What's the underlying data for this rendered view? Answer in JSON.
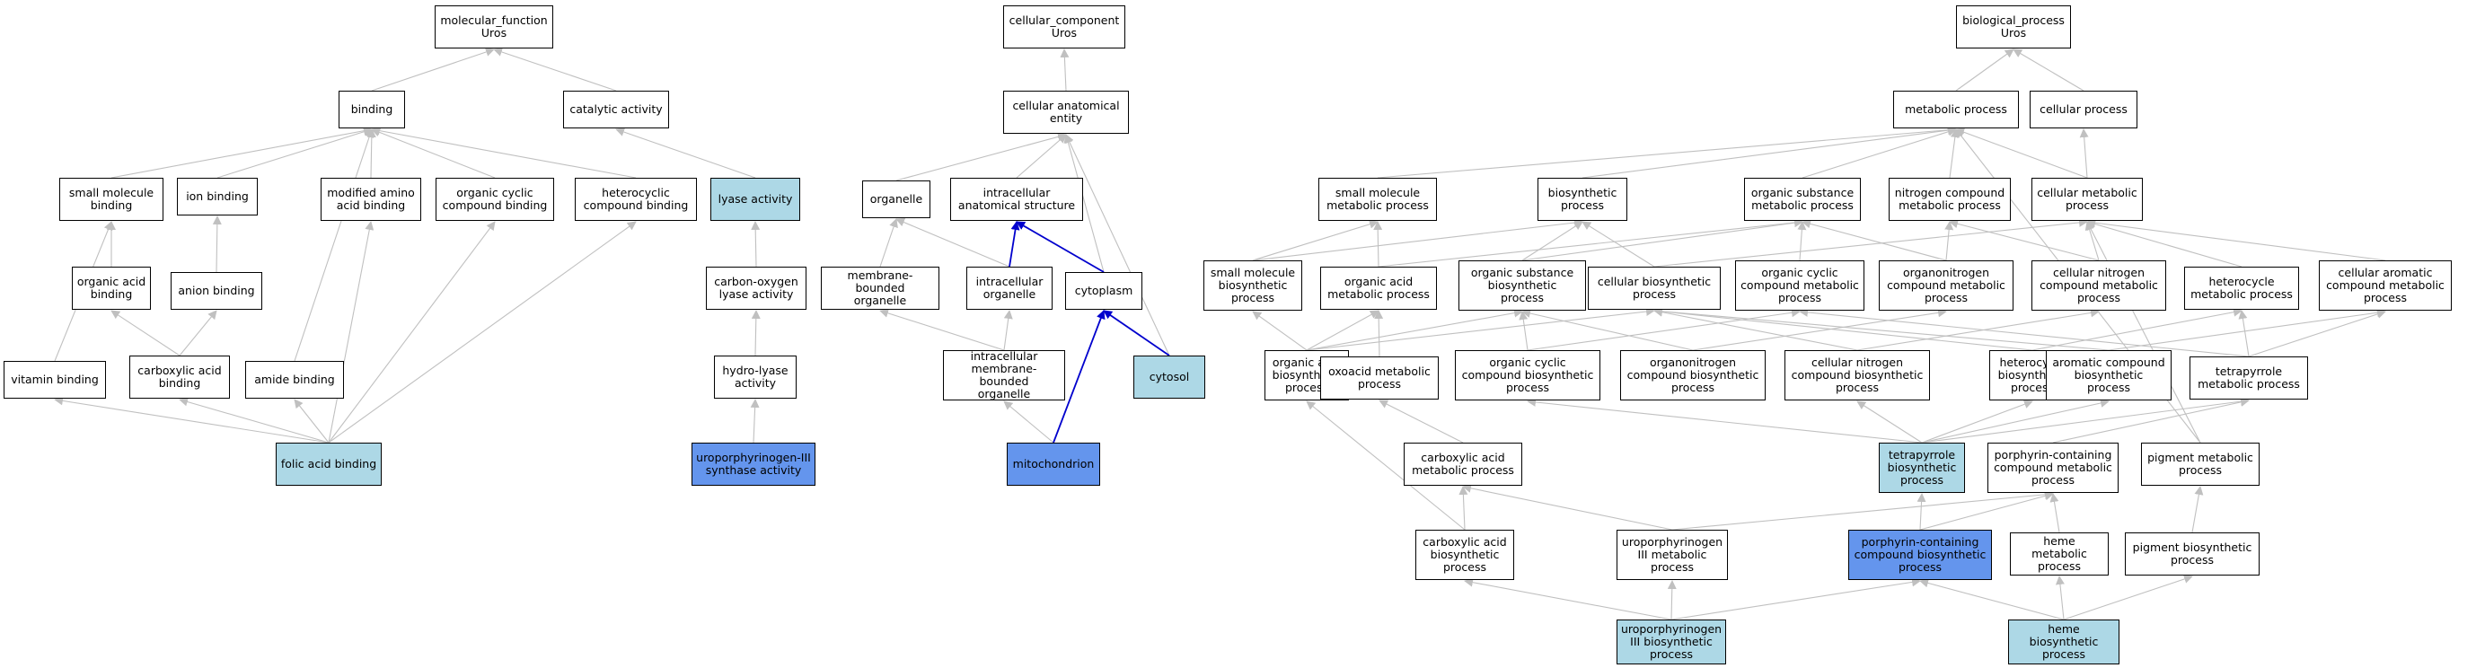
{
  "colors": {
    "background": "#ffffff",
    "node_default": "#ffffff",
    "node_light": "#add8e6",
    "node_query": "#6495ed",
    "edge_gray": "#c0c0c0",
    "edge_blue": "#0000cd"
  },
  "nodes": [
    {
      "id": "mf",
      "label": "molecular_function\nUros",
      "fill": "white"
    },
    {
      "id": "cc",
      "label": "cellular_component\nUros",
      "fill": "white"
    },
    {
      "id": "bp",
      "label": "biological_process\nUros",
      "fill": "white"
    },
    {
      "id": "binding",
      "label": "binding",
      "fill": "white"
    },
    {
      "id": "catalytic",
      "label": "catalytic activity",
      "fill": "white"
    },
    {
      "id": "cae",
      "label": "cellular anatomical\nentity",
      "fill": "white"
    },
    {
      "id": "metproc",
      "label": "metabolic process",
      "fill": "white"
    },
    {
      "id": "cellproc",
      "label": "cellular process",
      "fill": "white"
    },
    {
      "id": "smb",
      "label": "small molecule\nbinding",
      "fill": "white"
    },
    {
      "id": "ionb",
      "label": "ion binding",
      "fill": "white"
    },
    {
      "id": "modaab",
      "label": "modified amino\nacid binding",
      "fill": "white"
    },
    {
      "id": "occb",
      "label": "organic cyclic\ncompound binding",
      "fill": "white"
    },
    {
      "id": "hccb",
      "label": "heterocyclic\ncompound binding",
      "fill": "white"
    },
    {
      "id": "lyase",
      "label": "lyase activity",
      "fill": "light"
    },
    {
      "id": "organelle",
      "label": "organelle",
      "fill": "white"
    },
    {
      "id": "ias",
      "label": "intracellular\nanatomical structure",
      "fill": "white"
    },
    {
      "id": "smmp",
      "label": "small molecule\nmetabolic process",
      "fill": "white"
    },
    {
      "id": "biosyn",
      "label": "biosynthetic\nprocess",
      "fill": "white"
    },
    {
      "id": "osmp",
      "label": "organic substance\nmetabolic process",
      "fill": "white"
    },
    {
      "id": "ncmp",
      "label": "nitrogen compound\nmetabolic process",
      "fill": "white"
    },
    {
      "id": "cmp",
      "label": "cellular metabolic\nprocess",
      "fill": "white"
    },
    {
      "id": "oab",
      "label": "organic acid\nbinding",
      "fill": "white"
    },
    {
      "id": "anionb",
      "label": "anion binding",
      "fill": "white"
    },
    {
      "id": "colyase",
      "label": "carbon-oxygen\nlyase activity",
      "fill": "white"
    },
    {
      "id": "mbo",
      "label": "membrane-bounded\norganelle",
      "fill": "white"
    },
    {
      "id": "io",
      "label": "intracellular\norganelle",
      "fill": "white"
    },
    {
      "id": "cyto",
      "label": "cytoplasm",
      "fill": "white"
    },
    {
      "id": "smbp",
      "label": "small molecule\nbiosynthetic\nprocess",
      "fill": "white"
    },
    {
      "id": "oamp",
      "label": "organic acid\nmetabolic process",
      "fill": "white"
    },
    {
      "id": "osbp",
      "label": "organic substance\nbiosynthetic\nprocess",
      "fill": "white"
    },
    {
      "id": "cbp",
      "label": "cellular biosynthetic\nprocess",
      "fill": "white"
    },
    {
      "id": "occmp",
      "label": "organic cyclic\ncompound metabolic\nprocess",
      "fill": "white"
    },
    {
      "id": "oncmp",
      "label": "organonitrogen\ncompound metabolic\nprocess",
      "fill": "white"
    },
    {
      "id": "cncmp",
      "label": "cellular nitrogen\ncompound metabolic\nprocess",
      "fill": "white"
    },
    {
      "id": "hcmp",
      "label": "heterocycle\nmetabolic process",
      "fill": "white"
    },
    {
      "id": "cacmp",
      "label": "cellular aromatic\ncompound metabolic\nprocess",
      "fill": "white"
    },
    {
      "id": "vitb",
      "label": "vitamin binding",
      "fill": "white"
    },
    {
      "id": "cab",
      "label": "carboxylic acid\nbinding",
      "fill": "white"
    },
    {
      "id": "amideb",
      "label": "amide binding",
      "fill": "white"
    },
    {
      "id": "hydrolyase",
      "label": "hydro-lyase\nactivity",
      "fill": "white"
    },
    {
      "id": "imbo",
      "label": "intracellular\nmembrane-bounded\norganelle",
      "fill": "white"
    },
    {
      "id": "cytosol",
      "label": "cytosol",
      "fill": "light"
    },
    {
      "id": "oabp",
      "label": "organic acid\nbiosynthetic\nprocess",
      "fill": "white"
    },
    {
      "id": "oxoamp",
      "label": "oxoacid metabolic\nprocess",
      "fill": "white"
    },
    {
      "id": "occbp",
      "label": "organic cyclic\ncompound biosynthetic\nprocess",
      "fill": "white"
    },
    {
      "id": "oncbp",
      "label": "organonitrogen\ncompound biosynthetic\nprocess",
      "fill": "white"
    },
    {
      "id": "cncbp",
      "label": "cellular nitrogen\ncompound biosynthetic\nprocess",
      "fill": "white"
    },
    {
      "id": "hcbp",
      "label": "heterocycle\nbiosynthetic\nprocess",
      "fill": "white"
    },
    {
      "id": "acbp",
      "label": "aromatic compound\nbiosynthetic\nprocess",
      "fill": "white"
    },
    {
      "id": "tpmp",
      "label": "tetrapyrrole\nmetabolic process",
      "fill": "white"
    },
    {
      "id": "fab",
      "label": "folic acid binding",
      "fill": "light"
    },
    {
      "id": "uroIIIsyn",
      "label": "uroporphyrinogen-III\nsynthase activity",
      "fill": "query"
    },
    {
      "id": "mito",
      "label": "mitochondrion",
      "fill": "query"
    },
    {
      "id": "camp",
      "label": "carboxylic acid\nmetabolic process",
      "fill": "white"
    },
    {
      "id": "tpbp",
      "label": "tetrapyrrole\nbiosynthetic\nprocess",
      "fill": "light"
    },
    {
      "id": "pccmp",
      "label": "porphyrin-containing\ncompound metabolic\nprocess",
      "fill": "white"
    },
    {
      "id": "pigmp",
      "label": "pigment metabolic\nprocess",
      "fill": "white"
    },
    {
      "id": "cabp",
      "label": "carboxylic acid\nbiosynthetic\nprocess",
      "fill": "white"
    },
    {
      "id": "uroIIImp",
      "label": "uroporphyrinogen\nIII metabolic\nprocess",
      "fill": "white"
    },
    {
      "id": "pccbp",
      "label": "porphyrin-containing\ncompound biosynthetic\nprocess",
      "fill": "query"
    },
    {
      "id": "hememp",
      "label": "heme metabolic\nprocess",
      "fill": "white"
    },
    {
      "id": "pigbp",
      "label": "pigment biosynthetic\nprocess",
      "fill": "white"
    },
    {
      "id": "uroIIIbp",
      "label": "uroporphyrinogen\nIII biosynthetic\nprocess",
      "fill": "light"
    },
    {
      "id": "hemebp",
      "label": "heme biosynthetic\nprocess",
      "fill": "light"
    }
  ],
  "edges": [
    [
      "binding",
      "mf",
      "gray"
    ],
    [
      "catalytic",
      "mf",
      "gray"
    ],
    [
      "cae",
      "cc",
      "gray"
    ],
    [
      "metproc",
      "bp",
      "gray"
    ],
    [
      "cellproc",
      "bp",
      "gray"
    ],
    [
      "smb",
      "binding",
      "gray"
    ],
    [
      "ionb",
      "binding",
      "gray"
    ],
    [
      "modaab",
      "binding",
      "gray"
    ],
    [
      "occb",
      "binding",
      "gray"
    ],
    [
      "hccb",
      "binding",
      "gray"
    ],
    [
      "amideb",
      "binding",
      "gray"
    ],
    [
      "lyase",
      "catalytic",
      "gray"
    ],
    [
      "organelle",
      "cae",
      "gray"
    ],
    [
      "ias",
      "cae",
      "gray"
    ],
    [
      "cyto",
      "cae",
      "gray"
    ],
    [
      "cytosol",
      "cae",
      "gray"
    ],
    [
      "smmp",
      "metproc",
      "gray"
    ],
    [
      "biosyn",
      "metproc",
      "gray"
    ],
    [
      "osmp",
      "metproc",
      "gray"
    ],
    [
      "ncmp",
      "metproc",
      "gray"
    ],
    [
      "cmp",
      "metproc",
      "gray"
    ],
    [
      "cmp",
      "cellproc",
      "gray"
    ],
    [
      "pigmp",
      "metproc",
      "gray"
    ],
    [
      "oab",
      "smb",
      "gray"
    ],
    [
      "vitb",
      "smb",
      "gray"
    ],
    [
      "anionb",
      "ionb",
      "gray"
    ],
    [
      "colyase",
      "lyase",
      "gray"
    ],
    [
      "mbo",
      "organelle",
      "gray"
    ],
    [
      "io",
      "organelle",
      "gray"
    ],
    [
      "io",
      "ias",
      "blue"
    ],
    [
      "cyto",
      "ias",
      "blue"
    ],
    [
      "smbp",
      "smmp",
      "gray"
    ],
    [
      "smbp",
      "biosyn",
      "gray"
    ],
    [
      "oamp",
      "smmp",
      "gray"
    ],
    [
      "osbp",
      "biosyn",
      "gray"
    ],
    [
      "osbp",
      "osmp",
      "gray"
    ],
    [
      "cbp",
      "biosyn",
      "gray"
    ],
    [
      "cbp",
      "cmp",
      "gray"
    ],
    [
      "occmp",
      "osmp",
      "gray"
    ],
    [
      "oncmp",
      "osmp",
      "gray"
    ],
    [
      "oncmp",
      "ncmp",
      "gray"
    ],
    [
      "cncmp",
      "ncmp",
      "gray"
    ],
    [
      "cncmp",
      "cmp",
      "gray"
    ],
    [
      "hcmp",
      "cmp",
      "gray"
    ],
    [
      "cacmp",
      "cmp",
      "gray"
    ],
    [
      "oamp",
      "osmp",
      "gray"
    ],
    [
      "cab",
      "oab",
      "gray"
    ],
    [
      "cab",
      "anionb",
      "gray"
    ],
    [
      "hydrolyase",
      "colyase",
      "gray"
    ],
    [
      "imbo",
      "mbo",
      "gray"
    ],
    [
      "imbo",
      "io",
      "gray"
    ],
    [
      "oabp",
      "smbp",
      "gray"
    ],
    [
      "oabp",
      "oamp",
      "gray"
    ],
    [
      "oabp",
      "osbp",
      "gray"
    ],
    [
      "oabp",
      "cbp",
      "gray"
    ],
    [
      "oxoamp",
      "oamp",
      "gray"
    ],
    [
      "occbp",
      "osbp",
      "gray"
    ],
    [
      "occbp",
      "occmp",
      "gray"
    ],
    [
      "oncbp",
      "osbp",
      "gray"
    ],
    [
      "oncbp",
      "oncmp",
      "gray"
    ],
    [
      "cncbp",
      "cbp",
      "gray"
    ],
    [
      "cncbp",
      "cncmp",
      "gray"
    ],
    [
      "hcbp",
      "cbp",
      "gray"
    ],
    [
      "hcbp",
      "hcmp",
      "gray"
    ],
    [
      "acbp",
      "cbp",
      "gray"
    ],
    [
      "acbp",
      "cacmp",
      "gray"
    ],
    [
      "tpmp",
      "hcmp",
      "gray"
    ],
    [
      "tpmp",
      "occmp",
      "gray"
    ],
    [
      "tpmp",
      "cacmp",
      "gray"
    ],
    [
      "fab",
      "vitb",
      "gray"
    ],
    [
      "fab",
      "cab",
      "gray"
    ],
    [
      "fab",
      "amideb",
      "gray"
    ],
    [
      "fab",
      "modaab",
      "gray"
    ],
    [
      "fab",
      "occb",
      "gray"
    ],
    [
      "fab",
      "hccb",
      "gray"
    ],
    [
      "uroIIIsyn",
      "hydrolyase",
      "gray"
    ],
    [
      "mito",
      "imbo",
      "gray"
    ],
    [
      "mito",
      "cyto",
      "blue"
    ],
    [
      "cytosol",
      "cyto",
      "blue"
    ],
    [
      "camp",
      "oxoamp",
      "gray"
    ],
    [
      "tpbp",
      "occbp",
      "gray"
    ],
    [
      "tpbp",
      "cncbp",
      "gray"
    ],
    [
      "tpbp",
      "hcbp",
      "gray"
    ],
    [
      "tpbp",
      "acbp",
      "gray"
    ],
    [
      "tpbp",
      "tpmp",
      "gray"
    ],
    [
      "pccmp",
      "tpmp",
      "gray"
    ],
    [
      "pigmp",
      "cmp",
      "gray"
    ],
    [
      "cabp",
      "camp",
      "gray"
    ],
    [
      "cabp",
      "oabp",
      "gray"
    ],
    [
      "uroIIImp",
      "camp",
      "gray"
    ],
    [
      "uroIIImp",
      "pccmp",
      "gray"
    ],
    [
      "pccbp",
      "tpbp",
      "gray"
    ],
    [
      "pccbp",
      "pccmp",
      "gray"
    ],
    [
      "hememp",
      "pccmp",
      "gray"
    ],
    [
      "pigbp",
      "pigmp",
      "gray"
    ],
    [
      "uroIIIbp",
      "cabp",
      "gray"
    ],
    [
      "uroIIIbp",
      "uroIIImp",
      "gray"
    ],
    [
      "uroIIIbp",
      "pccbp",
      "gray"
    ],
    [
      "hemebp",
      "pccbp",
      "gray"
    ],
    [
      "hemebp",
      "hememp",
      "gray"
    ],
    [
      "hemebp",
      "pigbp",
      "gray"
    ]
  ]
}
